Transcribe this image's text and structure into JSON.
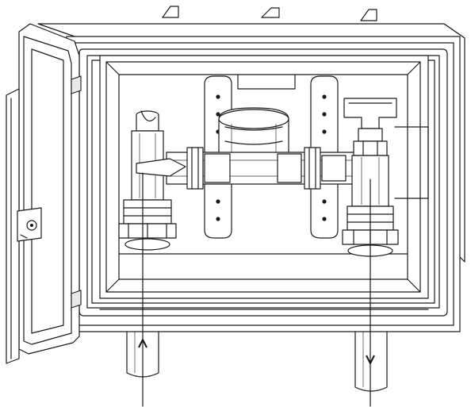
{
  "figure": {
    "kind": "line-drawing",
    "subject": "wall-box-water-meter-assembly",
    "stroke_color": "#1a1a1a",
    "background_color": "#ffffff",
    "flow_arrows": {
      "inlet": "up",
      "outlet": "down"
    }
  }
}
